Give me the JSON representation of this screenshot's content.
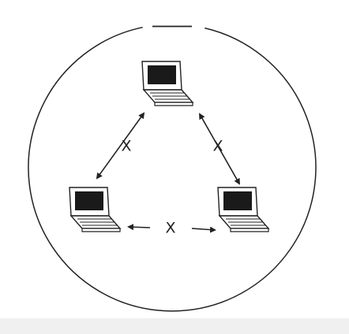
{
  "diagram": {
    "nodes": [
      {
        "id": "laptop-top",
        "icon": "laptop-icon"
      },
      {
        "id": "laptop-left",
        "icon": "laptop-icon"
      },
      {
        "id": "laptop-right",
        "icon": "laptop-icon"
      }
    ],
    "links": [
      {
        "from": "laptop-top",
        "to": "laptop-left",
        "label": "X"
      },
      {
        "from": "laptop-top",
        "to": "laptop-right",
        "label": "X"
      },
      {
        "from": "laptop-left",
        "to": "laptop-right",
        "label": "X"
      }
    ],
    "colors": {
      "stroke": "#222222",
      "screen": "#1a1a1a",
      "body": "#ffffff",
      "background": "#ffffff",
      "footer_strip": "#f0f0f0"
    }
  }
}
